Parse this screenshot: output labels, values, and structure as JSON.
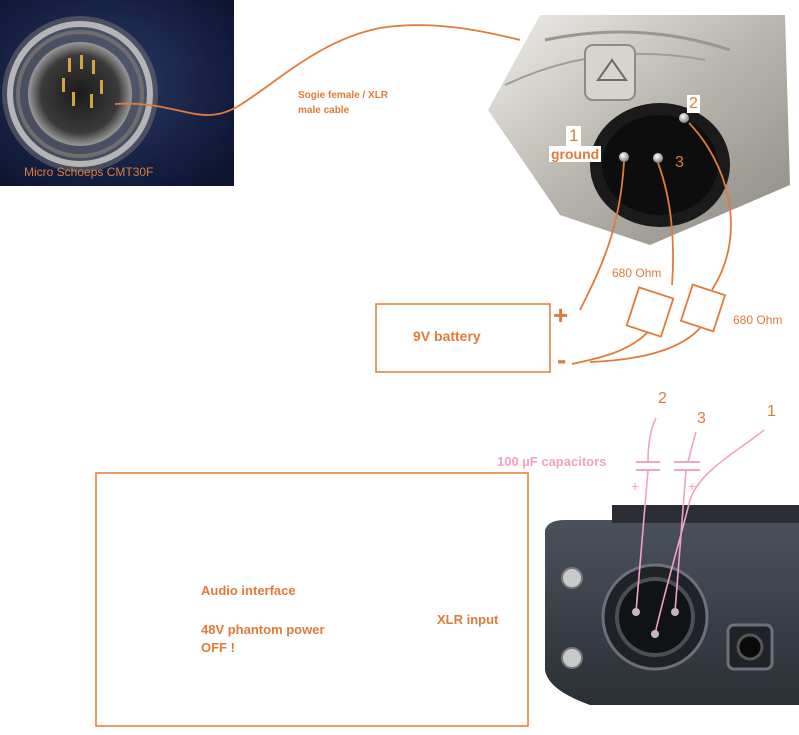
{
  "photos": {
    "mic_caption": "Micro Schoeps CMT30F"
  },
  "labels": {
    "cable_line1": "Sogie female / XLR",
    "cable_line2": "male cable",
    "pin1_number": "1",
    "pin1_name": "ground",
    "pin2_number": "2",
    "pin3_number": "3",
    "resistor_left": "680 Ohm",
    "resistor_right": "680 Ohm",
    "battery": "9V battery",
    "battery_plus": "+",
    "battery_minus": "-",
    "cap_pin2": "2",
    "cap_pin3": "3",
    "cap_pin1": "1",
    "capacitors": "100 µF capacitors",
    "cap_plus_left": "+",
    "cap_plus_right": "+",
    "interface_title": "Audio interface",
    "phantom_line1": "48V phantom power",
    "phantom_line2": "OFF !",
    "xlr_input": "XLR input"
  },
  "colors": {
    "wire": "#e07b39",
    "capacitor_wire": "#f2a2c4",
    "box_border": "#e07b39",
    "mic_photo_bg": "#0e1a3a",
    "xlr_metal": "#c9c6c0",
    "interface_panel": "#3a3f47"
  }
}
